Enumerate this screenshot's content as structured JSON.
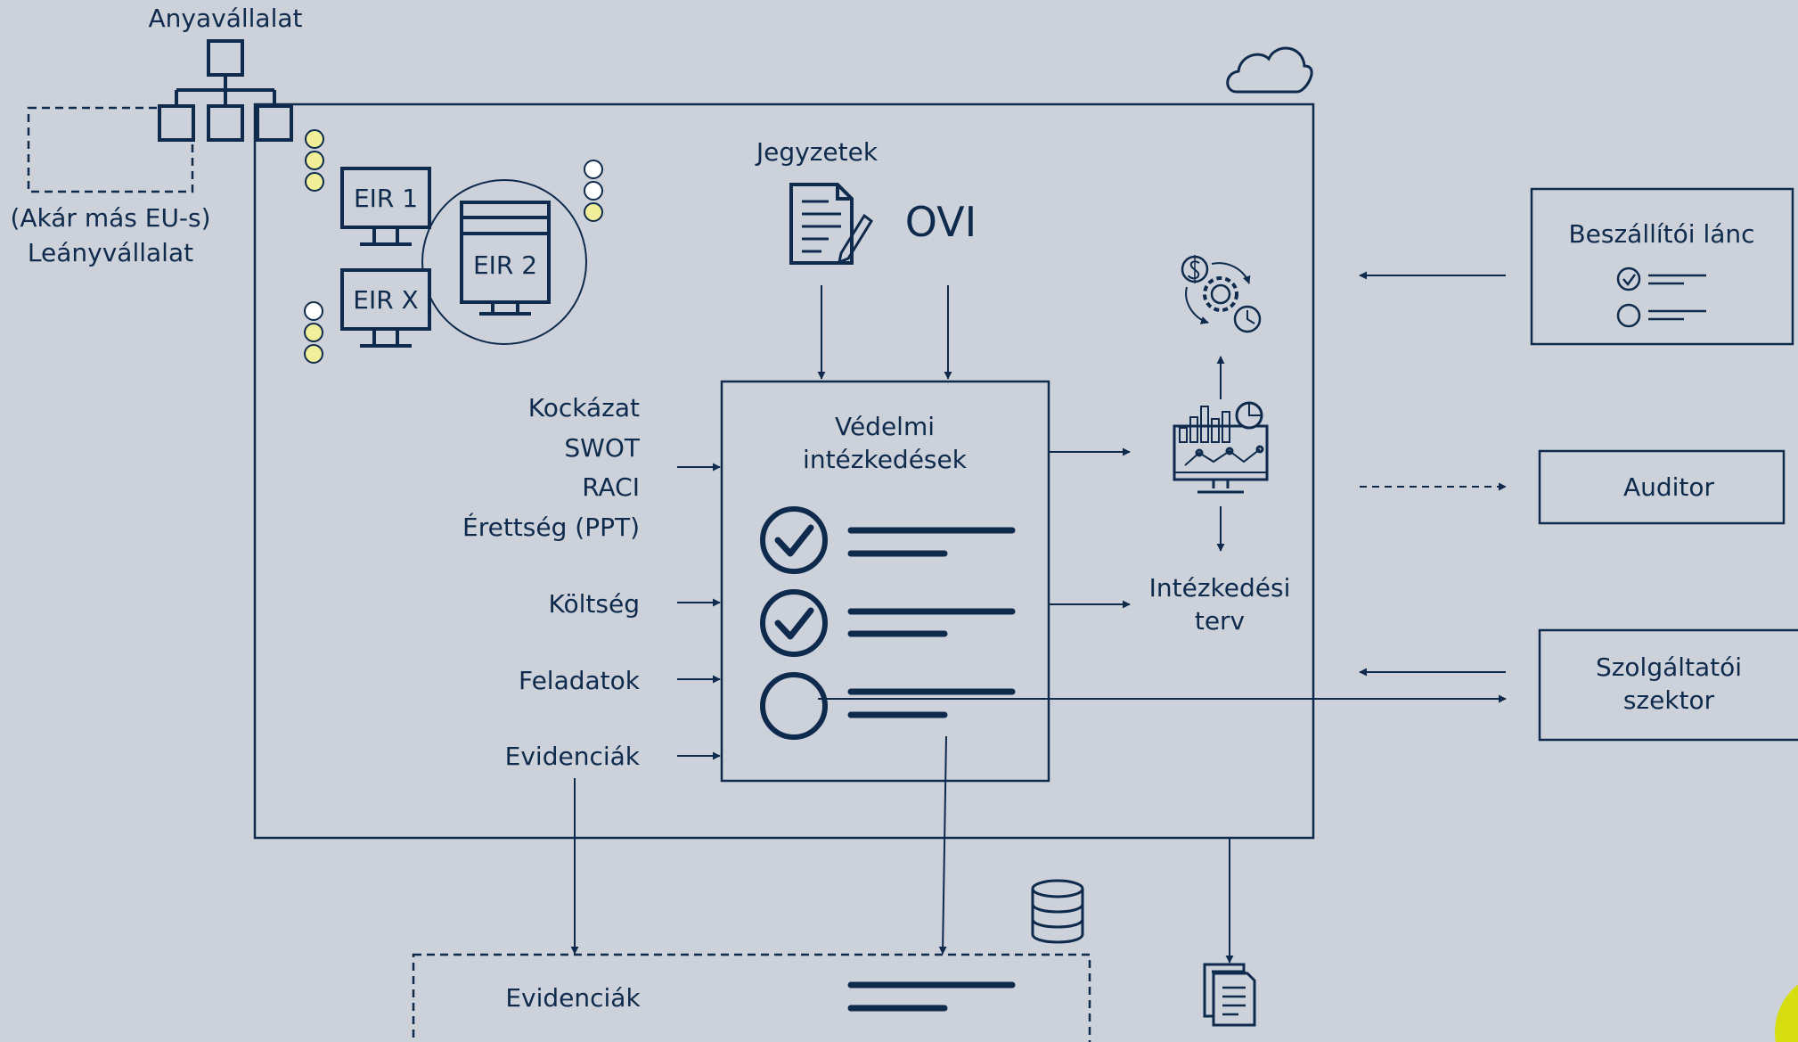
{
  "colors": {
    "background": "#cdd2da",
    "ink": "#0e2a4d",
    "status_yellow": "#f1ee9a",
    "status_white": "#ffffff",
    "accent_corner": "#d7de10"
  },
  "parent_company": {
    "label": "Anyavállalat",
    "icon": "org-chart-icon"
  },
  "subsidiary": {
    "line1": "(Akár más EU-s)",
    "line2": "Leányvállalat"
  },
  "systems": [
    {
      "label": "EIR 1",
      "icon": "monitor-icon"
    },
    {
      "label": "EIR 2",
      "icon": "monitor-icon"
    },
    {
      "label": "EIR X",
      "icon": "monitor-icon"
    }
  ],
  "notes": {
    "label": "Jegyzetek",
    "icon": "document-pen-icon"
  },
  "ovi": {
    "label": "OVI"
  },
  "inputs": {
    "group": [
      "Kockázat",
      "SWOT",
      "RACI",
      "Érettség (PPT)"
    ],
    "cost": "Költség",
    "tasks": "Feladatok",
    "evidence": "Evidenciák"
  },
  "measures": {
    "title_line1": "Védelmi",
    "title_line2": "intézkedések",
    "checklist": [
      "checked",
      "checked",
      "unchecked"
    ]
  },
  "action_plan": {
    "line1": "Intézkedési",
    "line2": "terv"
  },
  "icons": {
    "process": "cost-process-icon",
    "analytics": "analytics-dashboard-icon",
    "cloud": "cloud-icon",
    "database": "database-icon",
    "documents": "documents-icon"
  },
  "supply_chain": {
    "label": "Beszállítói lánc"
  },
  "auditor": {
    "label": "Auditor"
  },
  "service_sector": {
    "line1": "Szolgáltatói",
    "line2": "szektor"
  },
  "evidence_store": {
    "label": "Evidenciák"
  }
}
